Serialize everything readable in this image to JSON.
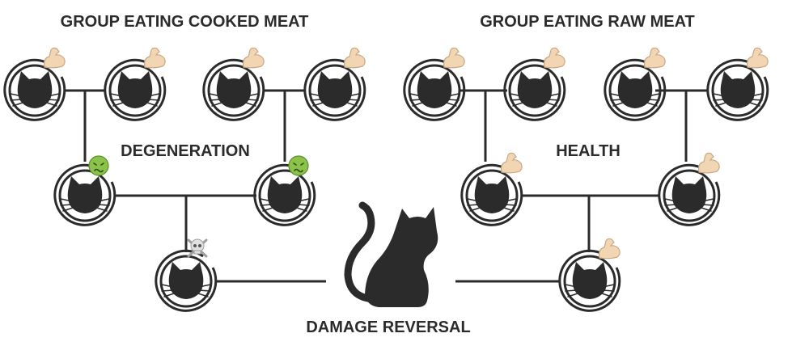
{
  "labels": {
    "left_title": "GROUP EATING COOKED MEAT",
    "right_title": "GROUP EATING RAW MEAT",
    "left_middle": "DEGENERATION",
    "right_middle": "HEALTH",
    "bottom": "DAMAGE REVERSAL"
  },
  "colors": {
    "ink": "#2b2b2b",
    "background": "#ffffff",
    "muscle": "#f2d6b3",
    "sick_face": "#8bc34a"
  },
  "nodes": [
    {
      "id": "l-g1-a",
      "badge": "flexed-biceps-icon"
    },
    {
      "id": "l-g1-b",
      "badge": "flexed-biceps-icon"
    },
    {
      "id": "l-g1-c",
      "badge": "flexed-biceps-icon"
    },
    {
      "id": "l-g1-d",
      "badge": "flexed-biceps-icon"
    },
    {
      "id": "l-g2-a",
      "badge": "nauseated-face-icon"
    },
    {
      "id": "l-g2-b",
      "badge": "nauseated-face-icon"
    },
    {
      "id": "l-g3",
      "badge": "skull-crossbones-icon"
    },
    {
      "id": "r-g1-a",
      "badge": "flexed-biceps-icon"
    },
    {
      "id": "r-g1-b",
      "badge": "flexed-biceps-icon"
    },
    {
      "id": "r-g1-c",
      "badge": "flexed-biceps-icon"
    },
    {
      "id": "r-g1-d",
      "badge": "flexed-biceps-icon"
    },
    {
      "id": "r-g2-a",
      "badge": "flexed-biceps-icon"
    },
    {
      "id": "r-g2-b",
      "badge": "flexed-biceps-icon"
    },
    {
      "id": "r-g3",
      "badge": "flexed-biceps-icon"
    }
  ],
  "center_icon": "sitting-cat-icon"
}
